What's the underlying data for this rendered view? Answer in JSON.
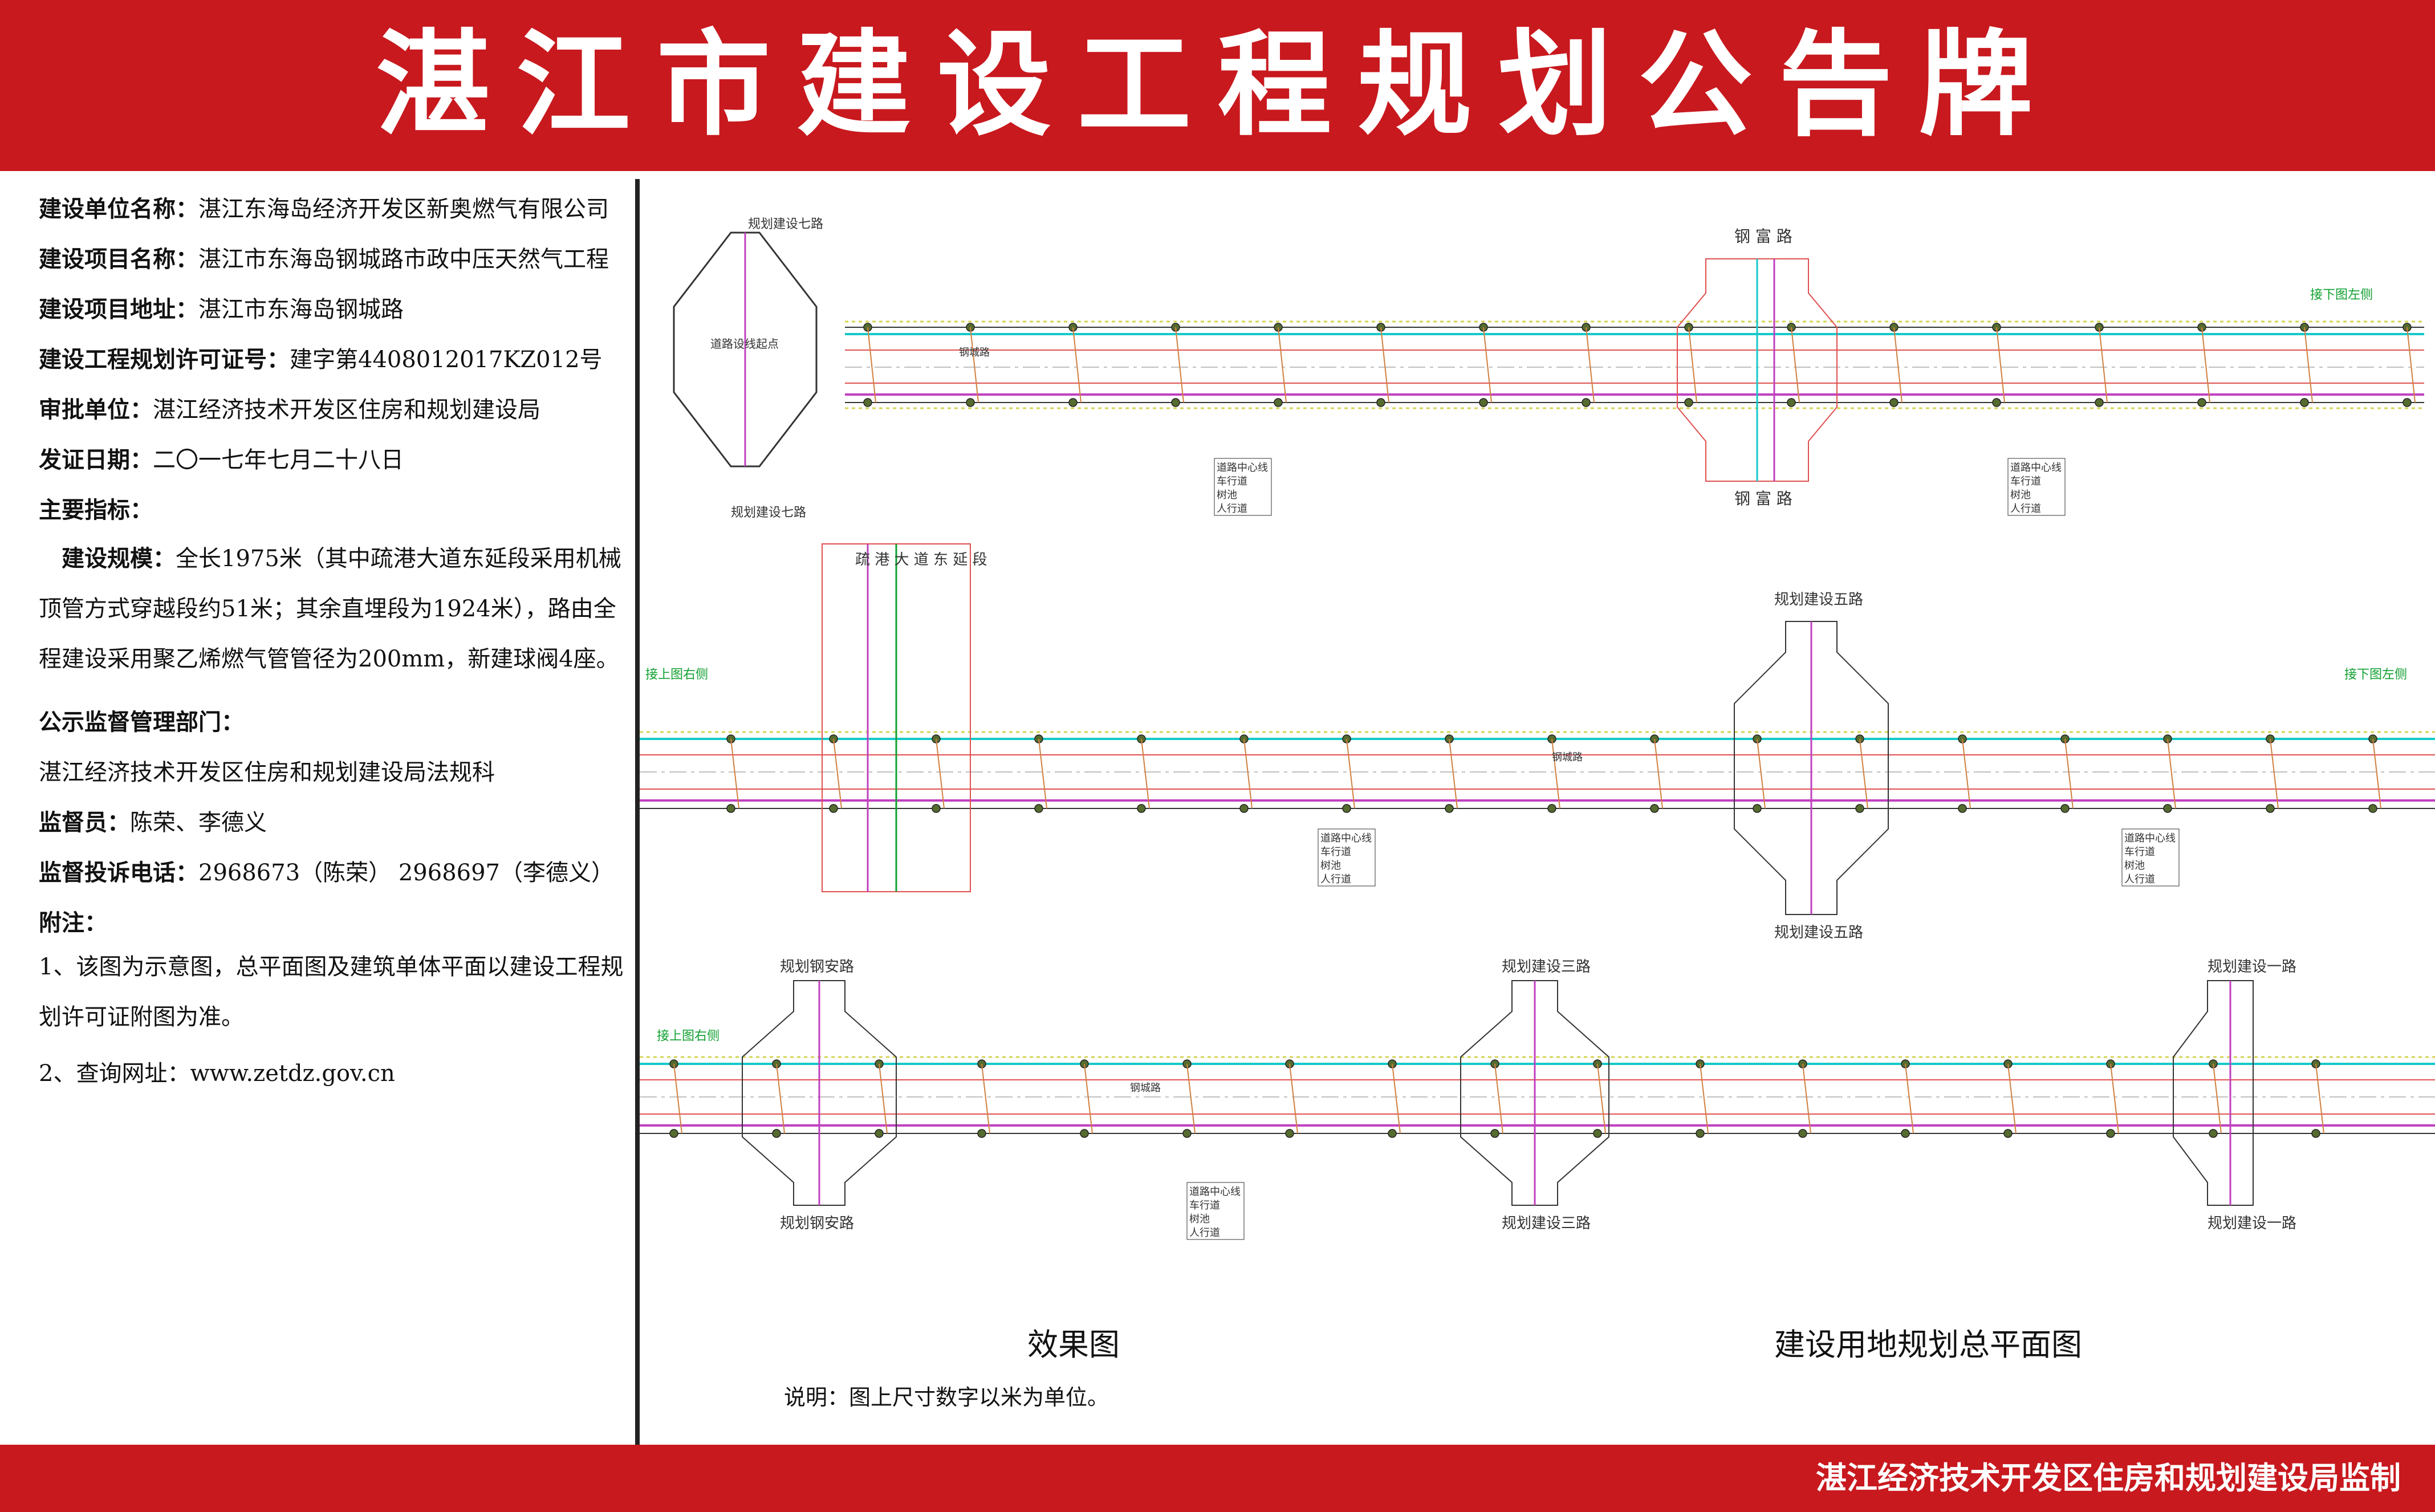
{
  "header": {
    "title": "湛江市建设工程规划公告牌"
  },
  "info": {
    "unit": {
      "label": "建设单位名称：",
      "value": "湛江东海岛经济开发区新奥燃气有限公司"
    },
    "project": {
      "label": "建设项目名称：",
      "value": "湛江市东海岛钢城路市政中压天然气工程"
    },
    "address": {
      "label": "建设项目地址：",
      "value": "湛江市东海岛钢城路"
    },
    "permit": {
      "label": "建设工程规划许可证号：",
      "value": "建字第4408012017KZ012号"
    },
    "approver": {
      "label": "审批单位：",
      "value": "湛江经济技术开发区住房和规划建设局"
    },
    "issue_date": {
      "label": "发证日期：",
      "value": "二〇一七年七月二十八日"
    },
    "main_index_label": "主要指标：",
    "scale": {
      "label": "建设规模：",
      "text": "全长1975米（其中疏港大道东延段采用机械顶管方式穿越段约51米；其余直埋段为1924米），路由全程建设采用聚乙烯燃气管管径为200mm，新建球阀4座。"
    },
    "supervision_dept_label": "公示监督管理部门：",
    "supervision_dept": "湛江经济技术开发区住房和规划建设局法规科",
    "supervisor": {
      "label": "监督员：",
      "value": "陈荣、李德义"
    },
    "phone": {
      "label": "监督投诉电话：",
      "value": "2968673（陈荣）  2968697（李德义）"
    },
    "notes_label": "附注：",
    "note1": "1、该图为示意图，总平面图及建筑单体平面以建设工程规划许可证附图为准。",
    "note2": "2、查询网址：www.zetdz.gov.cn"
  },
  "drawing": {
    "caption_left": "效果图",
    "caption_right": "建设用地规划总平面图",
    "note": "说明：图上尺寸数字以米为单位。",
    "labels": {
      "road_7_top": "规划建设七路",
      "road_7_bottom": "规划建设七路",
      "road_center_start": "道路设线起点",
      "gangfu_top": "钢 富 路",
      "gangfu_bottom": "钢 富 路",
      "connect_left_top": "接下图左侧",
      "shugang": "疏 港 大 道 东 延 段",
      "road_5_top": "规划建设五路",
      "road_5_bottom": "规划建设五路",
      "connect_right_mid": "接上图右侧",
      "connect_left_mid": "接下图左侧",
      "gangan_top": "规划钢安路",
      "gangan_bottom": "规划钢安路",
      "road_3_top": "规划建设三路",
      "road_3_bottom": "规划建设三路",
      "road_1_top": "规划建设一路",
      "road_1_bottom": "规划建设一路",
      "connect_right_bot": "接上图右侧",
      "gangcheng": "钢城路"
    },
    "legend": [
      "道路中心线",
      "车行道",
      "树池",
      "人行道"
    ]
  },
  "footer": {
    "text": "湛江经济技术开发区住房和规划建设局监制"
  }
}
